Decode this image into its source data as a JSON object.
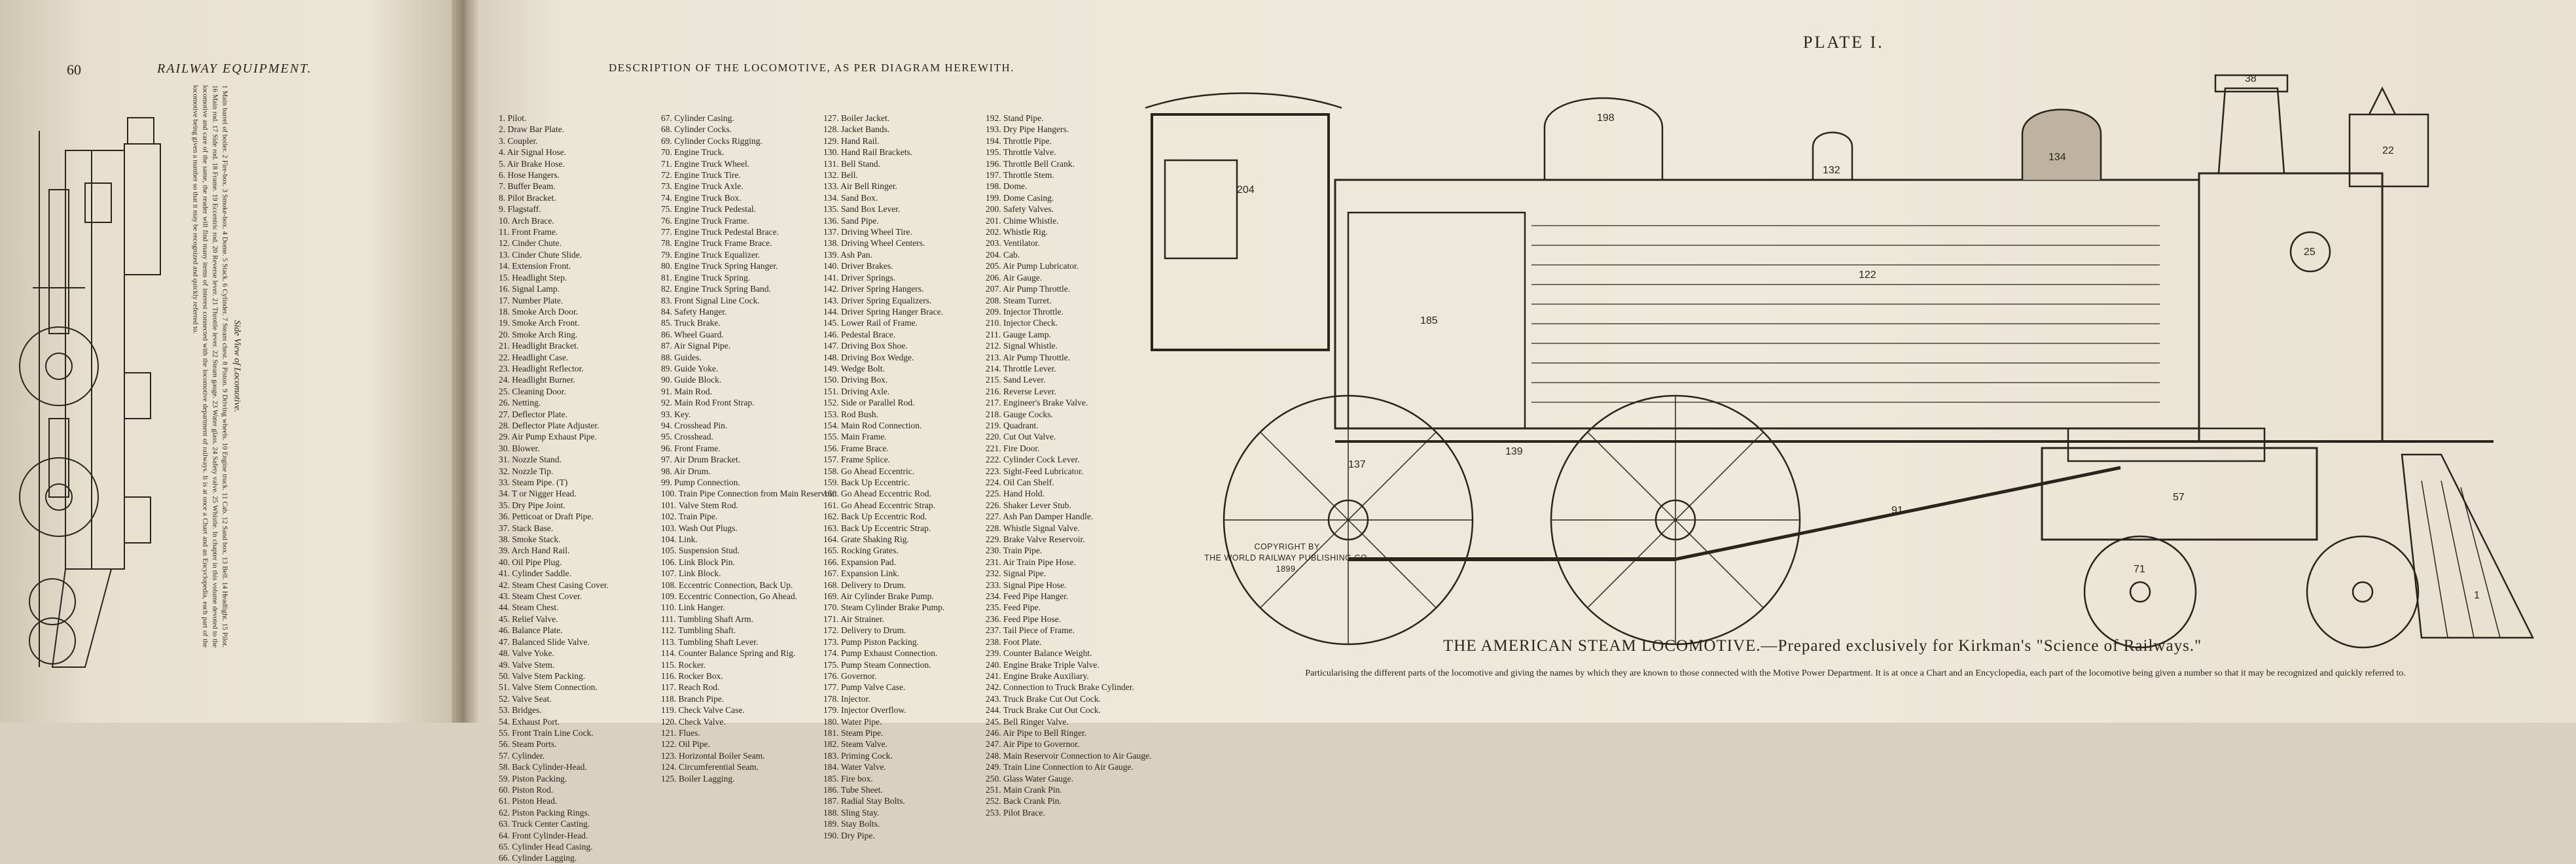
{
  "left_page": {
    "page_number": "60",
    "running_head": "RAILWAY EQUIPMENT.",
    "caption_title": "Side View of Locomotive.",
    "caption_text": "1 Main barrel of boiler. 2 Fire-box. 3 Smoke-box. 4 Dome. 5 Stack. 6 Cylinder. 7 Steam chest. 8 Piston. 9 Driving wheels. 10 Engine truck. 11 Cab. 12 Sand box. 13 Bell. 14 Headlight. 15 Pilot. 16 Main rod. 17 Side rod. 18 Frame. 19 Eccentric rod. 20 Reverse lever. 21 Throttle lever. 22 Steam gauge. 23 Water glass. 24 Safety valve. 25 Whistle. In chapter in this volume devoted to the locomotive and care of the same, the reader will find many items of interest connected with the locomotive department of railways. It is at once a Chart and an Encyclopedia, each part of the locomotive being given a number so that it may be recognized and quickly referred to."
  },
  "right_page": {
    "description_heading": "DESCRIPTION OF THE LOCOMOTIVE, AS PER DIAGRAM HEREWITH.",
    "plate_title": "PLATE I.",
    "legend_columns": [
      [
        "1. Pilot.",
        "2. Draw Bar Plate.",
        "3. Coupler.",
        "4. Air Signal Hose.",
        "5. Air Brake Hose.",
        "6. Hose Hangers.",
        "7. Buffer Beam.",
        "8. Pilot Bracket.",
        "9. Flagstaff.",
        "10. Arch Brace.",
        "11. Front Frame.",
        "12. Cinder Chute.",
        "13. Cinder Chute Slide.",
        "14. Extension Front.",
        "15. Headlight Step.",
        "16. Signal Lamp.",
        "17. Number Plate.",
        "18. Smoke Arch Door.",
        "19. Smoke Arch Front.",
        "20. Smoke Arch Ring.",
        "21. Headlight Bracket.",
        "22. Headlight Case.",
        "23. Headlight Reflector.",
        "24. Headlight Burner.",
        "25. Cleaning Door.",
        "26. Netting.",
        "27. Deflector Plate.",
        "28. Deflector Plate Adjuster.",
        "29. Air Pump Exhaust Pipe.",
        "30. Blower.",
        "31. Nozzle Stand.",
        "32. Nozzle Tip.",
        "33. Steam Pipe. (T)",
        "34. T or Nigger Head.",
        "35. Dry Pipe Joint.",
        "36. Petticoat or Draft Pipe.",
        "37. Stack Base.",
        "38. Smoke Stack.",
        "39. Arch Hand Rail.",
        "40. Oil Pipe Plug.",
        "41. Cylinder Saddle.",
        "42. Steam Chest Casing Cover.",
        "43. Steam Chest Cover.",
        "44. Steam Chest.",
        "45. Relief Valve.",
        "46. Balance Plate.",
        "47. Balanced Slide Valve.",
        "48. Valve Yoke.",
        "49. Valve Stem.",
        "50. Valve Stem Packing.",
        "51. Valve Stem Connection.",
        "52. Valve Seat.",
        "53. Bridges.",
        "54. Exhaust Port.",
        "55. Front Train Line Cock.",
        "56. Steam Ports.",
        "57. Cylinder.",
        "58. Back Cylinder-Head.",
        "59. Piston Packing.",
        "60. Piston Rod.",
        "61. Piston Head.",
        "62. Piston Packing Rings.",
        "63. Truck Center Casting.",
        "64. Front Cylinder-Head.",
        "65. Cylinder Head Casing.",
        "66. Cylinder Lagging."
      ],
      [
        "67. Cylinder Casing.",
        "68. Cylinder Cocks.",
        "69. Cylinder Cocks Rigging.",
        "70. Engine Truck.",
        "71. Engine Truck Wheel.",
        "72. Engine Truck Tire.",
        "73. Engine Truck Axle.",
        "74. Engine Truck Box.",
        "75. Engine Truck Pedestal.",
        "76. Engine Truck Frame.",
        "77. Engine Truck Pedestal Brace.",
        "78. Engine Truck Frame Brace.",
        "79. Engine Truck Equalizer.",
        "80. Engine Truck Spring Hanger.",
        "81. Engine Truck Spring.",
        "82. Engine Truck Spring Band.",
        "83. Front Signal Line Cock.",
        "84. Safety Hanger.",
        "85. Truck Brake.",
        "86. Wheel Guard.",
        "87. Air Signal Pipe.",
        "88. Guides.",
        "89. Guide Yoke.",
        "90. Guide Block.",
        "91. Main Rod.",
        "92. Main Rod Front Strap.",
        "93. Key.",
        "94. Crosshead Pin.",
        "95. Crosshead.",
        "96. Front Frame.",
        "97. Air Drum Bracket.",
        "98. Air Drum.",
        "99. Pump Connection.",
        "100. Train Pipe Connection from Main Reservoir.",
        "101. Valve Stem Rod.",
        "102. Train Pipe.",
        "103. Wash Out Plugs.",
        "104. Link.",
        "105. Suspension Stud.",
        "106. Link Block Pin.",
        "107. Link Block.",
        "108. Eccentric Connection, Back Up.",
        "109. Eccentric Connection, Go Ahead.",
        "110. Link Hanger.",
        "111. Tumbling Shaft Arm.",
        "112. Tumbling Shaft.",
        "113. Tumbling Shaft Lever.",
        "114. Counter Balance Spring and Rig.",
        "115. Rocker.",
        "116. Rocker Box.",
        "117. Reach Rod.",
        "118. Branch Pipe.",
        "119. Check Valve Case.",
        "120. Check Valve.",
        "121. Flues.",
        "122. Oil Pipe.",
        "123. Horizontal Boiler Seam.",
        "124. Circumferential Seam.",
        "125. Boiler Lagging."
      ],
      [
        "127. Boiler Jacket.",
        "128. Jacket Bands.",
        "129. Hand Rail.",
        "130. Hand Rail Brackets.",
        "131. Bell Stand.",
        "132. Bell.",
        "133. Air Bell Ringer.",
        "134. Sand Box.",
        "135. Sand Box Lever.",
        "136. Sand Pipe.",
        "137. Driving Wheel Tire.",
        "138. Driving Wheel Centers.",
        "139. Ash Pan.",
        "140. Driver Brakes.",
        "141. Driver Springs.",
        "142. Driver Spring Hangers.",
        "143. Driver Spring Equalizers.",
        "144. Driver Spring Hanger Brace.",
        "145. Lower Rail of Frame.",
        "146. Pedestal Brace.",
        "147. Driving Box Shoe.",
        "148. Driving Box Wedge.",
        "149. Wedge Bolt.",
        "150. Driving Box.",
        "151. Driving Axle.",
        "152. Side or Parallel Rod.",
        "153. Rod Bush.",
        "154. Main Rod Connection.",
        "155. Main Frame.",
        "156. Frame Brace.",
        "157. Frame Splice.",
        "158. Go Ahead Eccentric.",
        "159. Back Up Eccentric.",
        "160. Go Ahead Eccentric Rod.",
        "161. Go Ahead Eccentric Strap.",
        "162. Back Up Eccentric Rod.",
        "163. Back Up Eccentric Strap.",
        "164. Grate Shaking Rig.",
        "165. Rocking Grates.",
        "166. Expansion Pad.",
        "167. Expansion Link.",
        "168. Delivery to Drum.",
        "169. Air Cylinder Brake Pump.",
        "170. Steam Cylinder Brake Pump.",
        "171. Air Strainer.",
        "172. Delivery to Drum.",
        "173. Pump Piston Packing.",
        "174. Pump Exhaust Connection.",
        "175. Pump Steam Connection.",
        "176. Governor.",
        "177. Pump Valve Case.",
        "178. Injector.",
        "179. Injector Overflow.",
        "180. Water Pipe.",
        "181. Steam Pipe.",
        "182. Steam Valve.",
        "183. Priming Cock.",
        "184. Water Valve.",
        "185. Fire box.",
        "186. Tube Sheet.",
        "187. Radial Stay Bolts.",
        "188. Sling Stay.",
        "189. Stay Bolts.",
        "190. Dry Pipe."
      ],
      [
        "192. Stand Pipe.",
        "193. Dry Pipe Hangers.",
        "194. Throttle Pipe.",
        "195. Throttle Valve.",
        "196. Throttle Bell Crank.",
        "197. Throttle Stem.",
        "198. Dome.",
        "199. Dome Casing.",
        "200. Safety Valves.",
        "201. Chime Whistle.",
        "202. Whistle Rig.",
        "203. Ventilator.",
        "204. Cab.",
        "205. Air Pump Lubricator.",
        "206. Air Gauge.",
        "207. Air Pump Throttle.",
        "208. Steam Turret.",
        "209. Injector Throttle.",
        "210. Injector Check.",
        "211. Gauge Lamp.",
        "212. Signal Whistle.",
        "213. Air Pump Throttle.",
        "214. Throttle Lever.",
        "215. Sand Lever.",
        "216. Reverse Lever.",
        "217. Engineer's Brake Valve.",
        "218. Gauge Cocks.",
        "219. Quadrant.",
        "220. Cut Out Valve.",
        "221. Fire Door.",
        "222. Cylinder Cock Lever.",
        "223. Sight-Feed Lubricator.",
        "224. Oil Can Shelf.",
        "225. Hand Hold.",
        "226. Shaker Lever Stub.",
        "227. Ash Pan Damper Handle.",
        "228. Whistle Signal Valve.",
        "229. Brake Valve Reservoir.",
        "230. Train Pipe.",
        "231. Air Train Pipe Hose.",
        "232. Signal Pipe.",
        "233. Signal Pipe Hose.",
        "234. Feed Pipe Hanger.",
        "235. Feed Pipe.",
        "236. Feed Pipe Hose.",
        "237. Tail Piece of Frame.",
        "238. Foot Plate.",
        "239. Counter Balance Weight.",
        "240. Engine Brake Triple Valve.",
        "241. Engine Brake Auxiliary.",
        "242. Connection to Truck Brake Cylinder.",
        "243. Truck Brake Cut Out Cock.",
        "244. Truck Brake Cut Out Cock.",
        "245. Bell Ringer Valve.",
        "246. Air Pipe to Bell Ringer.",
        "247. Air Pipe to Governor.",
        "248. Main Reservoir Connection to Air Gauge.",
        "249. Train Line Connection to Air Gauge.",
        "250. Glass Water Gauge.",
        "251. Main Crank Pin.",
        "252. Back Crank Pin.",
        "253. Pilot Brace."
      ]
    ],
    "copyright": [
      "COPYRIGHT BY",
      "THE WORLD RAILWAY PUBLISHING CO.",
      "1899."
    ],
    "main_caption": "THE AMERICAN STEAM LOCOMOTIVE.—Prepared exclusively for Kirkman's \"Science of Railways.\"",
    "sub_caption": "Particularising the different parts of the locomotive and giving the names by which they are known to those connected with the Motive Power Department. It is at once a Chart and an Encyclopedia, each part of the locomotive being given a number so that it may be recognized and quickly referred to."
  },
  "diagram_labels": {
    "boiler": "122",
    "cab": "204",
    "dome": "198",
    "stack": "38",
    "headlight": "22",
    "drivers": "137",
    "truck": "71",
    "cylinder": "57",
    "pilot": "1",
    "gauge": "25",
    "bell": "132",
    "sand_box": "134",
    "fire_box": "185",
    "ash_pan": "139",
    "main_rod": "91"
  },
  "colors": {
    "paper": "#ece6d6",
    "ink": "#2a241c"
  }
}
